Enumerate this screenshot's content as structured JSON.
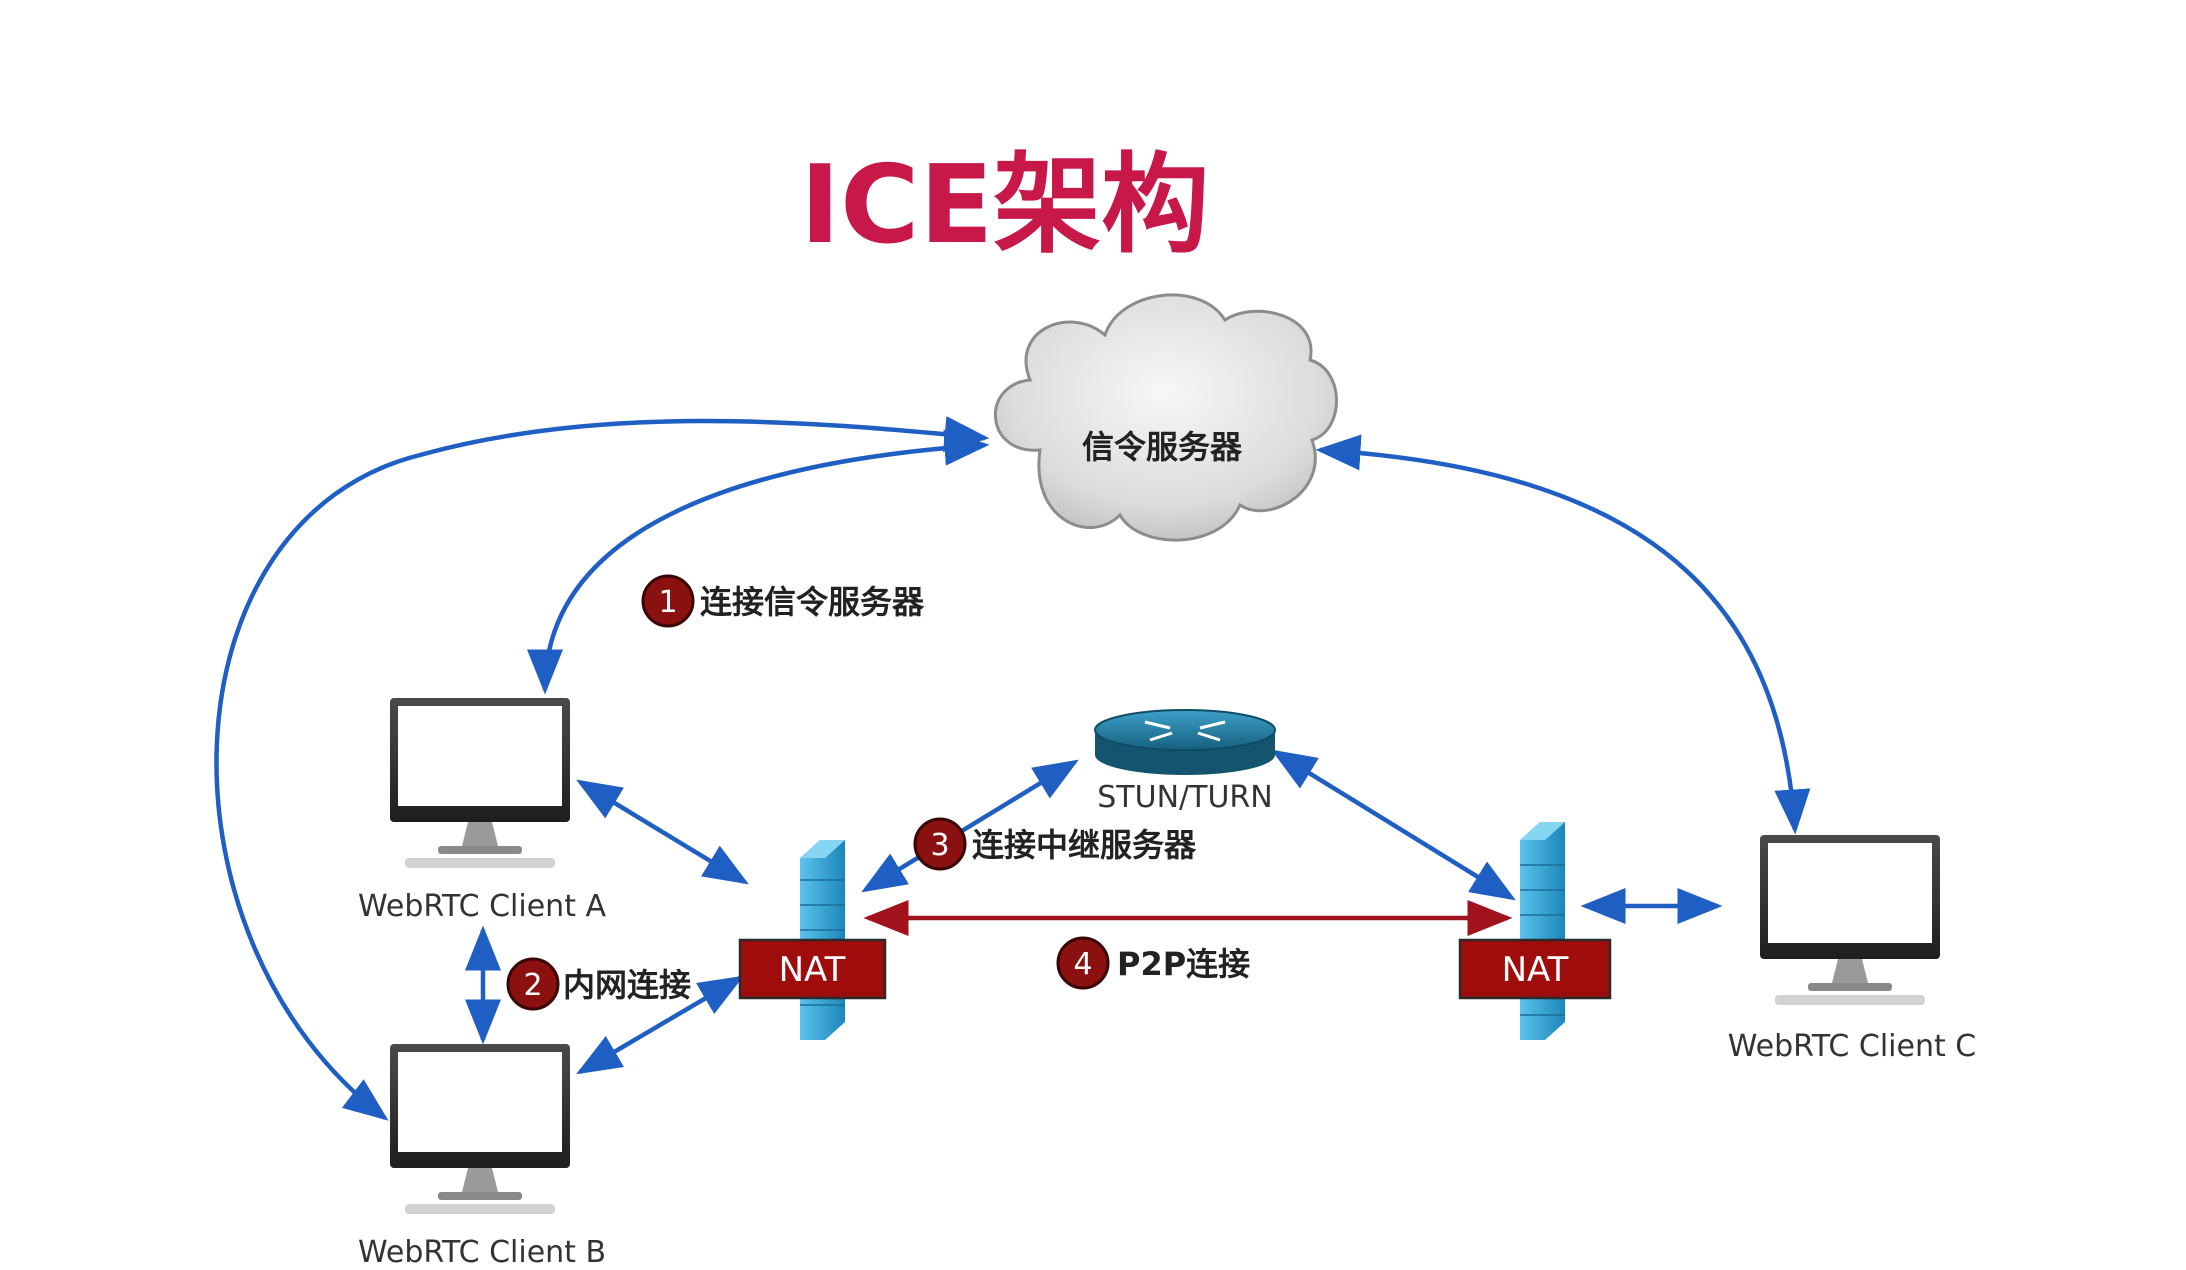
{
  "title": "ICE架构",
  "signaling_server": {
    "label": "信令服务器"
  },
  "relay_server": {
    "label": "STUN/TURN"
  },
  "clients": [
    {
      "label": "WebRTC Client A"
    },
    {
      "label": "WebRTC Client B"
    },
    {
      "label": "WebRTC Client C"
    }
  ],
  "nat": [
    {
      "label": "NAT"
    },
    {
      "label": "NAT"
    }
  ],
  "steps": [
    {
      "number": "1",
      "label": "连接信令服务器"
    },
    {
      "number": "2",
      "label": "内网连接"
    },
    {
      "number": "3",
      "label": "连接中继服务器"
    },
    {
      "number": "4",
      "label": "P2P连接"
    }
  ],
  "colors": {
    "title": "#c8184a",
    "arrow_blue": "#1f5fc4",
    "arrow_red": "#a0121c",
    "badge": "#8b1010",
    "nat_box": "#9e0c0c",
    "firewall": "#2aa3d6"
  }
}
